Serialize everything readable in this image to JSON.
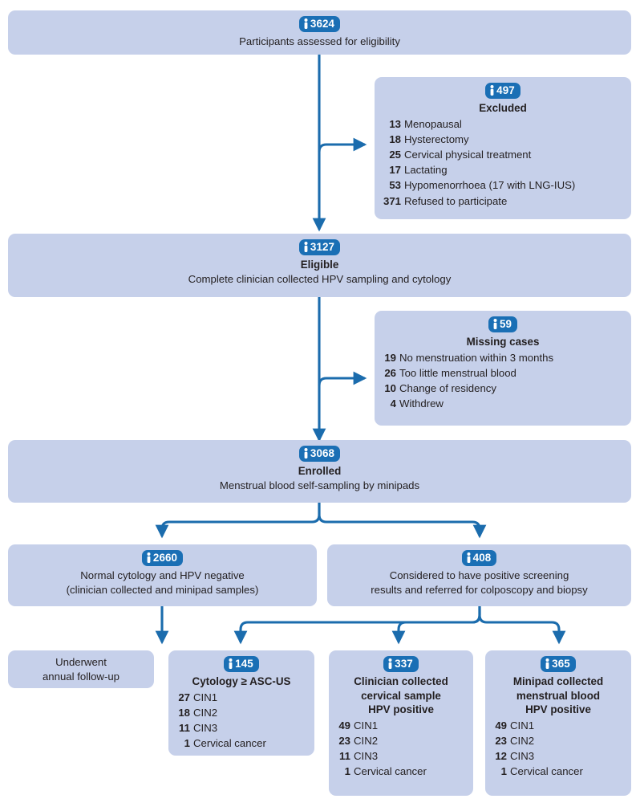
{
  "meta": {
    "colors": {
      "box_fill": "#c6d0ea",
      "badge_blue": "#1a6fb5",
      "connector_blue": "#1b6cad",
      "text": "#231f20"
    },
    "icon": "person-icon"
  },
  "nodes": {
    "assessed": {
      "count": "3624",
      "title": "",
      "subtitle": "Participants assessed for eligibility"
    },
    "excluded": {
      "count": "497",
      "title": "Excluded",
      "items": [
        {
          "num": "13",
          "label": "Menopausal"
        },
        {
          "num": "18",
          "label": "Hysterectomy"
        },
        {
          "num": "25",
          "label": "Cervical physical treatment"
        },
        {
          "num": "17",
          "label": "Lactating"
        },
        {
          "num": "53",
          "label": "Hypomenorrhoea (17 with LNG-IUS)"
        },
        {
          "num": "371",
          "label": "Refused to participate"
        }
      ]
    },
    "eligible": {
      "count": "3127",
      "title": "Eligible",
      "subtitle": "Complete clinician collected HPV sampling and cytology"
    },
    "missing": {
      "count": "59",
      "title": "Missing cases",
      "items": [
        {
          "num": "19",
          "label": "No menstruation within 3 months"
        },
        {
          "num": "26",
          "label": "Too little menstrual blood"
        },
        {
          "num": "10",
          "label": "Change of residency"
        },
        {
          "num": "4",
          "label": "Withdrew"
        }
      ]
    },
    "enrolled": {
      "count": "3068",
      "title": "Enrolled",
      "subtitle": "Menstrual blood self-sampling by minipads"
    },
    "negative": {
      "count": "2660",
      "line1": "Normal cytology and HPV negative",
      "line2": "(clinician collected and minipad samples)"
    },
    "positive": {
      "count": "408",
      "line1": "Considered to have positive screening",
      "line2": "results and referred for colposcopy and biopsy"
    },
    "followup": {
      "line1": "Underwent",
      "line2": "annual follow-up"
    },
    "cytology": {
      "count": "145",
      "title": "Cytology ≥ ASC-US",
      "items": [
        {
          "num": "27",
          "label": "CIN1"
        },
        {
          "num": "18",
          "label": "CIN2"
        },
        {
          "num": "11",
          "label": "CIN3"
        },
        {
          "num": "1",
          "label": "Cervical cancer"
        }
      ]
    },
    "clinician": {
      "count": "337",
      "title_line1": "Clinician collected",
      "title_line2": "cervical sample",
      "title_line3": "HPV positive",
      "items": [
        {
          "num": "49",
          "label": "CIN1"
        },
        {
          "num": "23",
          "label": "CIN2"
        },
        {
          "num": "11",
          "label": "CIN3"
        },
        {
          "num": "1",
          "label": "Cervical cancer"
        }
      ]
    },
    "minipad": {
      "count": "365",
      "title_line1": "Minipad collected",
      "title_line2": "menstrual blood",
      "title_line3": "HPV positive",
      "items": [
        {
          "num": "49",
          "label": "CIN1"
        },
        {
          "num": "23",
          "label": "CIN2"
        },
        {
          "num": "12",
          "label": "CIN3"
        },
        {
          "num": "1",
          "label": "Cervical cancer"
        }
      ]
    }
  }
}
